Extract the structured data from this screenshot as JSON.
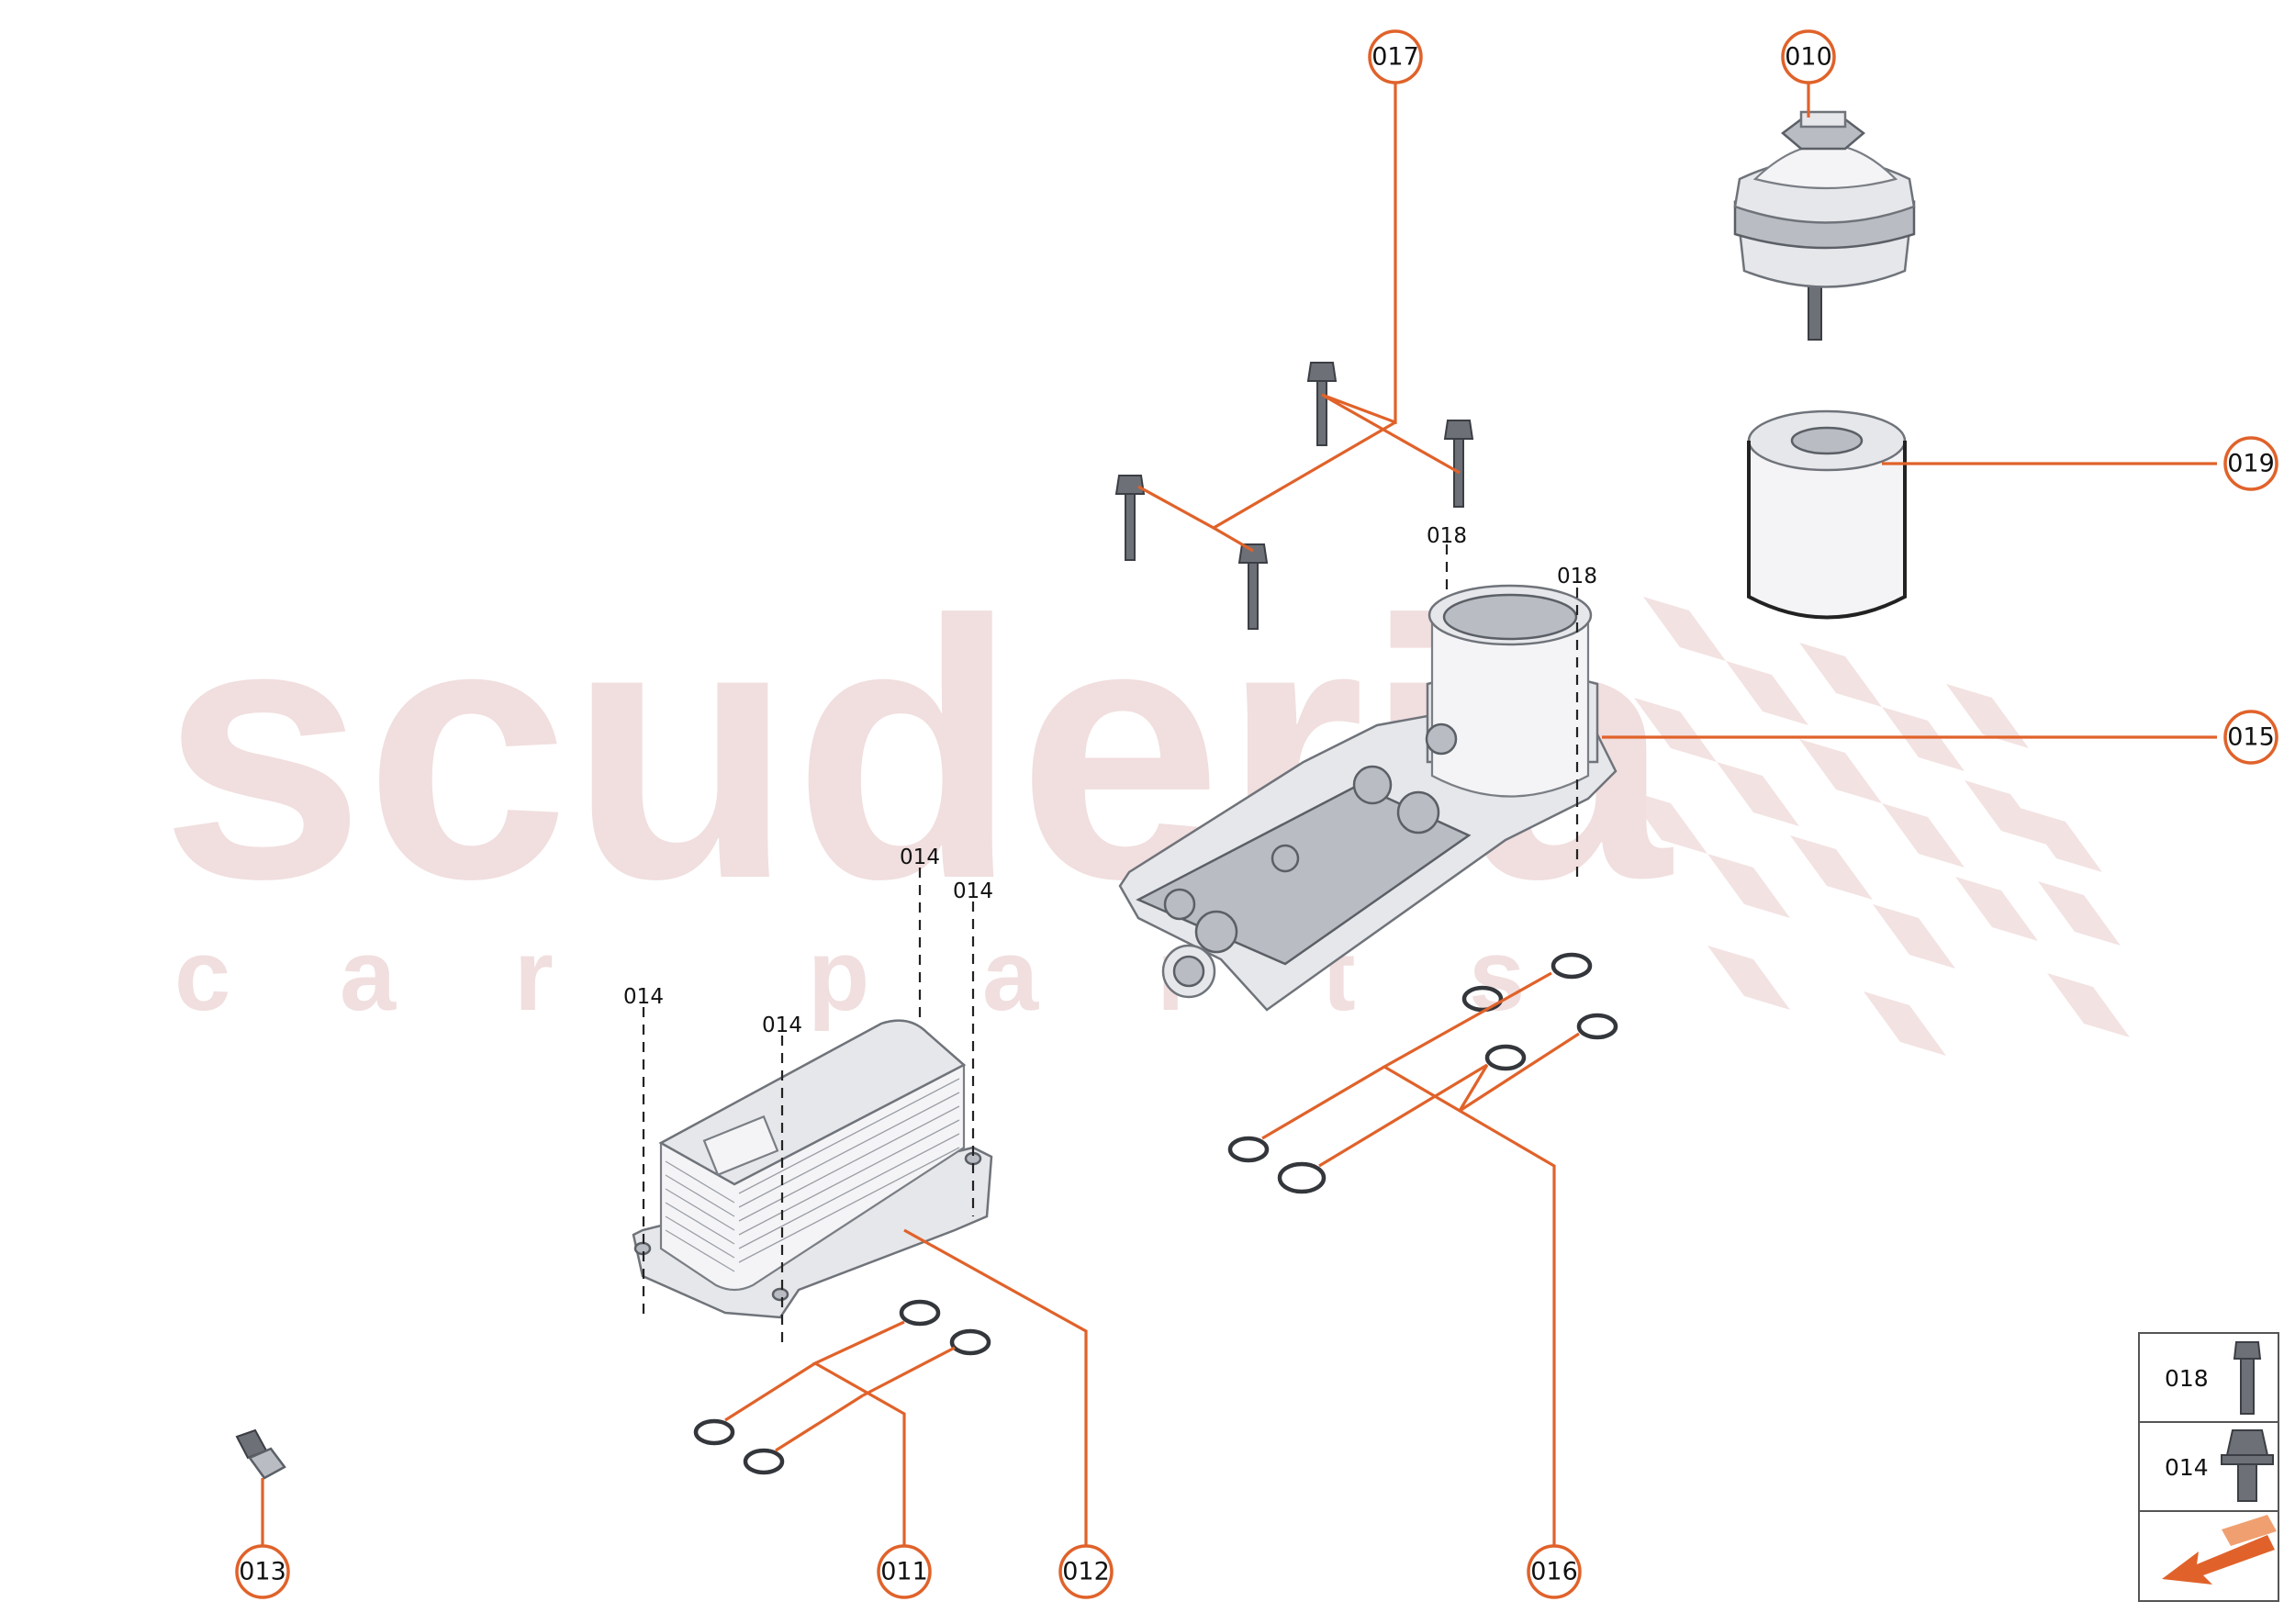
{
  "watermark": {
    "brand": "scuderia",
    "tagline_letters": [
      "c",
      "a",
      "r",
      "p",
      "a",
      "r",
      "t",
      "s"
    ]
  },
  "callouts": [
    {
      "id": "c010",
      "label": "010"
    },
    {
      "id": "c011",
      "label": "011"
    },
    {
      "id": "c012",
      "label": "012"
    },
    {
      "id": "c013",
      "label": "013"
    },
    {
      "id": "c015",
      "label": "015"
    },
    {
      "id": "c016",
      "label": "016"
    },
    {
      "id": "c017",
      "label": "017"
    },
    {
      "id": "c019",
      "label": "019"
    }
  ],
  "plain_labels": [
    "018",
    "018",
    "014",
    "014",
    "014",
    "014"
  ],
  "legend": {
    "rows": [
      {
        "label": "018",
        "icon": "long-bolt-icon"
      },
      {
        "label": "014",
        "icon": "flange-bolt-icon"
      }
    ],
    "footer_icon": "direction-arrow-icon"
  },
  "colors": {
    "accent": "#e0622a",
    "watermark": "#f1dede"
  }
}
